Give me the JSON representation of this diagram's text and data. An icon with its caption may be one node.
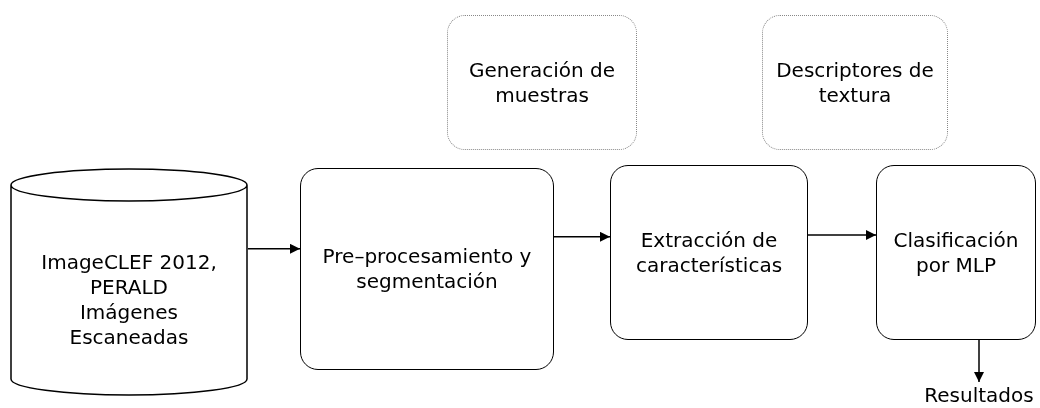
{
  "diagram": {
    "nodes": [
      {
        "text": [
          "ImageCLEF 2012, PERALD",
          "Imágenes Escaneadas"
        ]
      },
      {
        "text": [
          "Pre–procesamiento y segmentación"
        ]
      },
      {
        "text": [
          "Generación de muestras"
        ]
      },
      {
        "text": [
          "Extracción de características"
        ]
      },
      {
        "text": [
          "Descriptores de textura"
        ]
      },
      {
        "text": [
          "Clasificación por MLP"
        ]
      },
      {
        "text": [
          "Resultados"
        ]
      }
    ],
    "edges": [
      {
        "from": 0,
        "to": 1,
        "arrow": "to"
      },
      {
        "from": 1,
        "to": 3,
        "arrow": "to"
      },
      {
        "from": 3,
        "to": 5,
        "arrow": "to"
      },
      {
        "from": 5,
        "to": 6,
        "arrow": "to"
      }
    ]
  }
}
